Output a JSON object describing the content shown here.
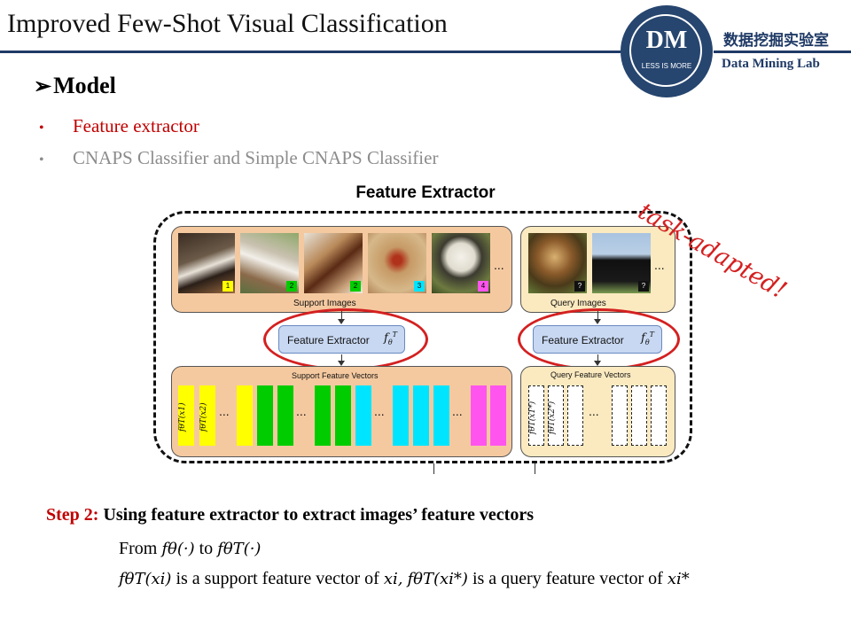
{
  "header": {
    "title": "Improved Few-Shot Visual Classification",
    "logo": {
      "letters": "DM",
      "tagline": "LESS IS MORE"
    },
    "lab_cn": "数据挖掘实验室",
    "lab_en": "Data Mining Lab",
    "colors": {
      "primary": "#1f3a66",
      "logo_bg": "#26456f"
    }
  },
  "section": {
    "heading": "Model",
    "bullets": [
      {
        "text": "Feature extractor",
        "color": "#c00000"
      },
      {
        "text": "CNAPS Classifier and Simple CNAPS Classifier",
        "color": "#8c8c8c"
      }
    ]
  },
  "figure": {
    "title": "Feature Extractor",
    "annotation": "task-adapted!",
    "support_images_label": "Support Images",
    "query_images_label": "Query Images",
    "support_vectors_label": "Support Feature Vectors",
    "query_vectors_label": "Query Feature Vectors",
    "extractor_label": "Feature Extractor",
    "extractor_symbol": "f",
    "ellipsis": "...",
    "support_images": [
      {
        "subject": "skunk",
        "class_label": "1",
        "label_color": "#ffff00"
      },
      {
        "subject": "dog",
        "class_label": "2",
        "label_color": "#00cc00"
      },
      {
        "subject": "chair",
        "class_label": "2",
        "label_color": "#00cc00"
      },
      {
        "subject": "spider",
        "class_label": "3",
        "label_color": "#00e5ff"
      },
      {
        "subject": "monkey",
        "class_label": "4",
        "label_color": "#ff55ee"
      }
    ],
    "query_images": [
      {
        "subject": "monkey",
        "class_label": "?"
      },
      {
        "subject": "dog",
        "class_label": "?"
      }
    ],
    "vector_labels": {
      "support_1": "fθT(x1)",
      "support_2": "fθT(x2)",
      "query_1": "fθT(x1*)",
      "query_2": "fθT(x2*)"
    },
    "colors": {
      "yellow": "#ffff00",
      "green": "#00cc00",
      "cyan": "#00e5ff",
      "magenta": "#ff55ee",
      "panel_orange": "#f5c9a0",
      "panel_yellow": "#fbeac0",
      "extractor_box": "#c8d8f2",
      "highlight": "#d42020"
    }
  },
  "step": {
    "prefix": "Step 2:",
    "text": "Using feature extractor to extract images’ feature vectors",
    "line1": {
      "from": "From",
      "f1": "fθ(·)",
      "to": "to",
      "f2": "fθT(·)"
    },
    "line2": {
      "a": "fθT(xi)",
      "b": "is a support feature vector of",
      "c": "xi,",
      "d": "fθT(xi*)",
      "e": "is a query feature vector of",
      "f": "xi*"
    }
  }
}
